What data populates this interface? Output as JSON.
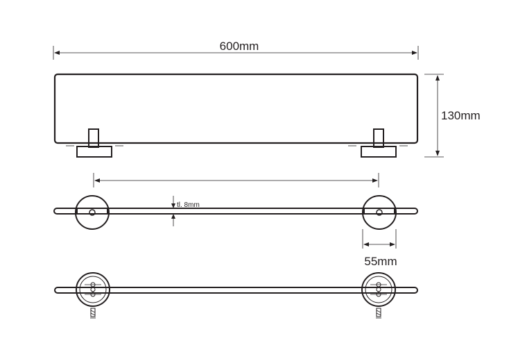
{
  "dimensions": {
    "width": "600mm",
    "height": "130mm",
    "thickness": "tl. 8mm",
    "bracket": "55mm"
  },
  "colors": {
    "line": "#231f20",
    "background": "#ffffff"
  }
}
